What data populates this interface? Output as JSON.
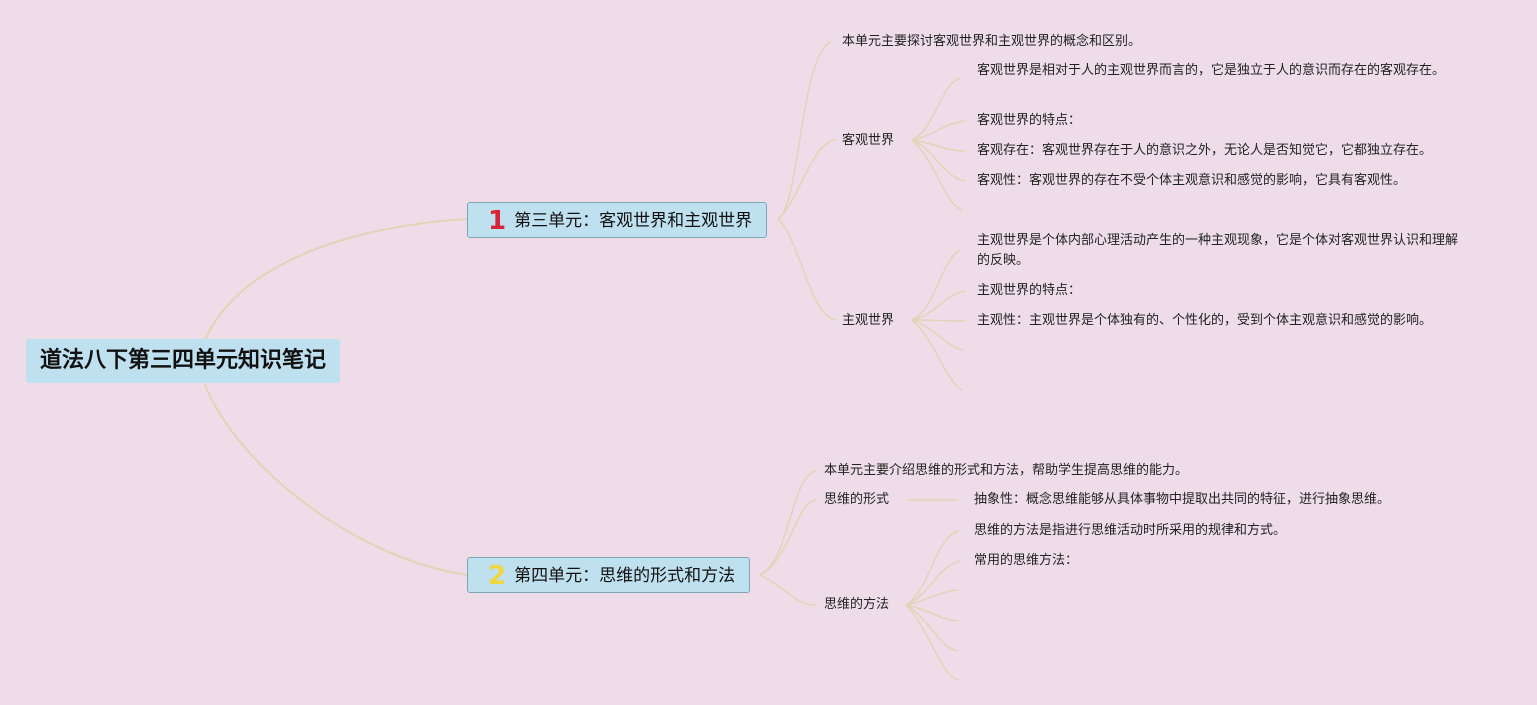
{
  "title": "道法八下第三四单元知识笔记",
  "unit3": {
    "number": "1",
    "number_color": "#d62435",
    "label": "第三单元：客观世界和主观世界",
    "intro": "本单元主要探讨客观世界和主观世界的概念和区别。",
    "objective": {
      "label": "客观世界",
      "items": [
        "客观世界是相对于人的主观世界而言的，它是独立于人的意识而存在的客观存在。",
        "客观世界的特点：",
        "客观存在：客观世界存在于人的意识之外，无论人是否知觉它，它都独立存在。",
        "客观性：客观世界的存在不受个体主观意识和感觉的影响，它具有客观性。"
      ]
    },
    "subjective": {
      "label": "主观世界",
      "items": [
        "主观世界是个体内部心理活动产生的一种主观现象，它是个体对客观世界认识和理解的反映。",
        "主观世界的特点：",
        "主观性：主观世界是个体独有的、个性化的，受到个体主观意识和感觉的影响。"
      ]
    }
  },
  "unit4": {
    "number": "2",
    "number_color": "#f0d640",
    "label": "第四单元：思维的形式和方法",
    "intro": "本单元主要介绍思维的形式和方法，帮助学生提高思维的能力。",
    "forms": {
      "label": "思维的形式",
      "items": [
        "抽象性：概念思维能够从具体事物中提取出共同的特征，进行抽象思维。"
      ]
    },
    "methods": {
      "label": "思维的方法",
      "items": [
        "思维的方法是指进行思维活动时所采用的规律和方式。",
        "常用的思维方法："
      ]
    }
  },
  "colors": {
    "background": "#eedde9",
    "link": "#e3d3b6",
    "node_fill": "#bfe0ef",
    "node_border": "#7fa6b8"
  }
}
